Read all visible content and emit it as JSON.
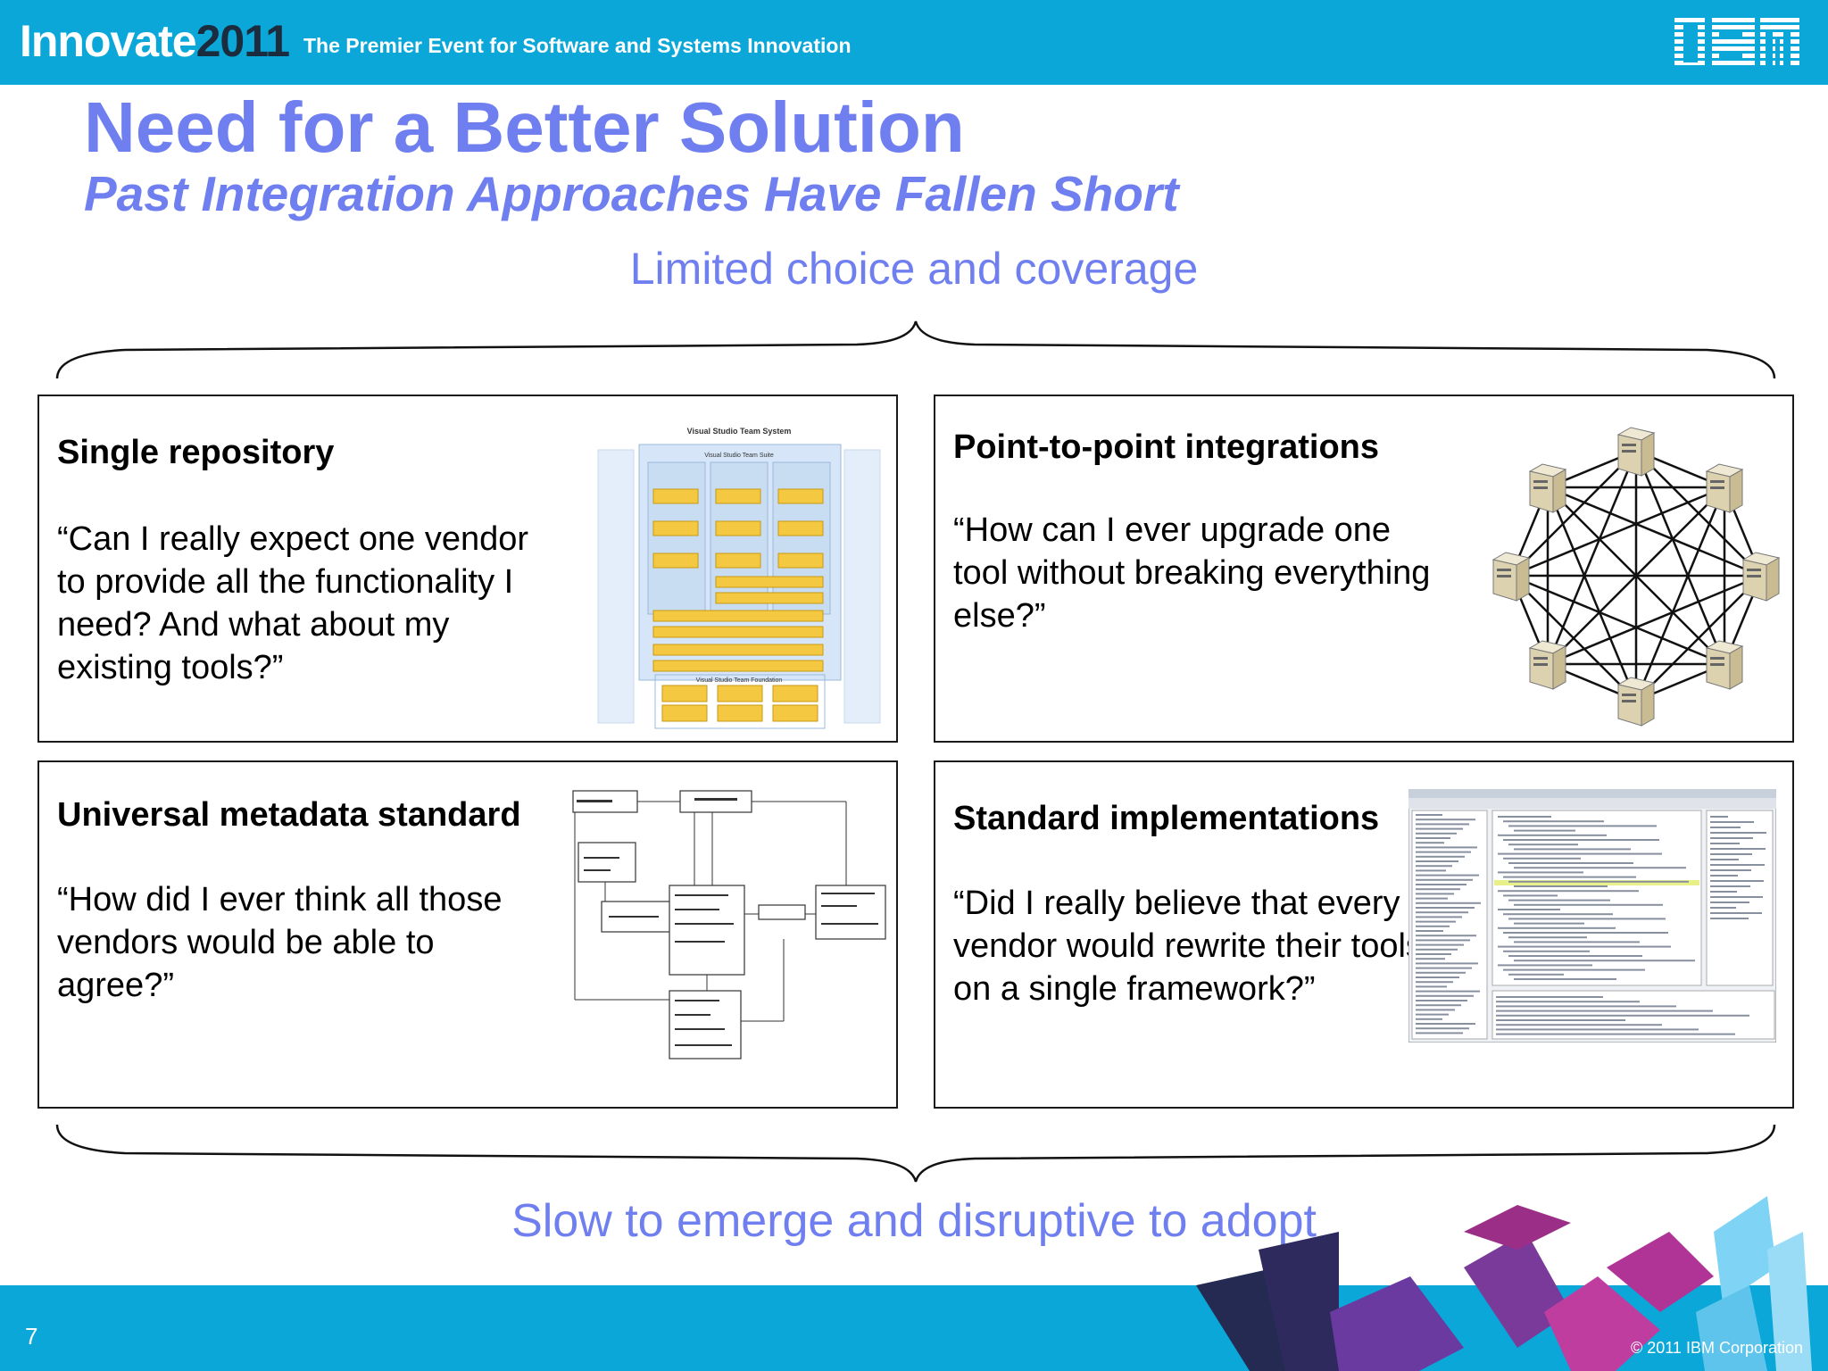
{
  "header": {
    "brand_word": "Innovate",
    "brand_year": "2011",
    "tagline": "The Premier Event for Software and Systems Innovation",
    "logo_text": "IBM"
  },
  "slide": {
    "title": "Need for a Better Solution",
    "subtitle": "Past Integration Approaches Have Fallen Short",
    "caption_top": "Limited choice and coverage",
    "caption_bottom": "Slow to emerge and disruptive to adopt"
  },
  "panels": [
    {
      "title": "Single repository",
      "quote": "“Can I really expect one vendor to provide all the functionality I need? And what about my existing tools?”",
      "image": "visual-studio-team-system-diagram"
    },
    {
      "title": "Point-to-point integrations",
      "quote": "“How can I ever upgrade one tool without breaking everything else?”",
      "image": "mesh-network-servers-diagram"
    },
    {
      "title": "Universal metadata standard",
      "quote": "“How did I ever think all those vendors would be able to agree?”",
      "image": "metadata-uml-diagram"
    },
    {
      "title": "Standard implementations",
      "quote": "“Did I really believe that every vendor would rewrite their tools on a single framework?”",
      "image": "ide-screenshot"
    }
  ],
  "vsts": {
    "heading": "Visual Studio Team System",
    "suite": "Visual Studio Team Suite",
    "foundation": "Visual Studio Team Foundation"
  },
  "footer": {
    "page_number": "7",
    "copyright": "© 2011 IBM Corporation"
  },
  "colors": {
    "header_blue": "#0ba7d9",
    "title_purple": "#6f7ff0",
    "brand_dark": "#1b2c3e"
  }
}
